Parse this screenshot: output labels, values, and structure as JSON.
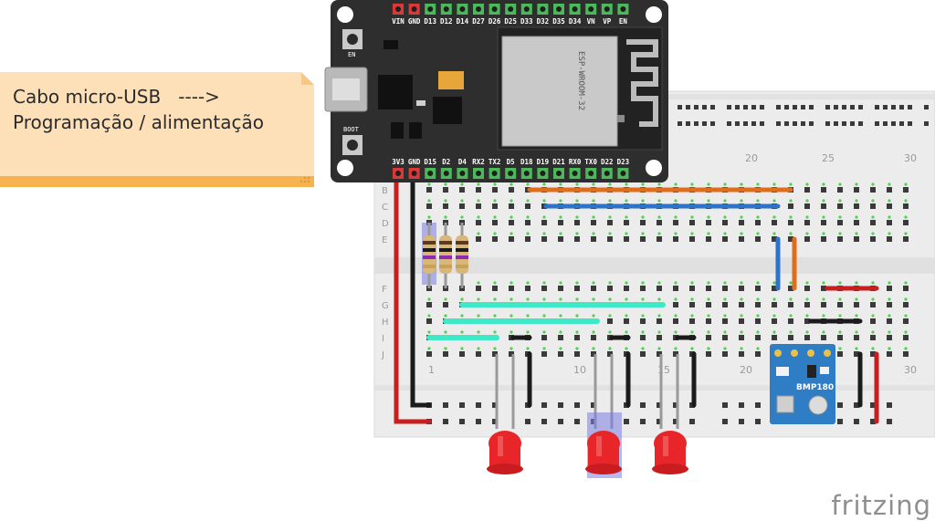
{
  "note": {
    "line1": "Cabo micro-USB   ---->",
    "line2": "Programação / alimentação"
  },
  "esp32": {
    "top_pins": [
      "VIN",
      "GND",
      "D13",
      "D12",
      "D14",
      "D27",
      "D26",
      "D25",
      "D33",
      "D32",
      "D35",
      "D34",
      "VN",
      "VP",
      "EN"
    ],
    "bottom_pins": [
      "3V3",
      "GND",
      "D15",
      "D2",
      "D4",
      "RX2",
      "TX2",
      "D5",
      "D18",
      "D19",
      "D21",
      "RX0",
      "TX0",
      "D22",
      "D23"
    ],
    "en_label": "EN",
    "boot_label": "BOOT",
    "module_text": "ESP-WROOM-32"
  },
  "breadboard": {
    "column_numbers_top": [
      "20",
      "25",
      "30"
    ],
    "column_numbers_bottom": [
      "1",
      "10",
      "15",
      "20",
      "30"
    ],
    "rows_top": [
      "B",
      "C",
      "D",
      "E"
    ],
    "rows_bottom": [
      "F",
      "G",
      "H",
      "I",
      "J"
    ]
  },
  "sensor": {
    "label": "BMP180"
  },
  "brand": {
    "text": "fritzing"
  },
  "colors": {
    "note_bg": "#fde0b8",
    "note_bar": "#f6b24e",
    "board_bg": "#2e2e2e",
    "breadboard_bg": "#ececec",
    "wire_red": "#c81e1e",
    "wire_black": "#1b1b1b",
    "wire_orange": "#e06d1a",
    "wire_blue": "#2d73c9",
    "wire_cyan": "#3fe8c6",
    "led_red": "#e8262a",
    "sensor_blue": "#2f7dc4"
  }
}
